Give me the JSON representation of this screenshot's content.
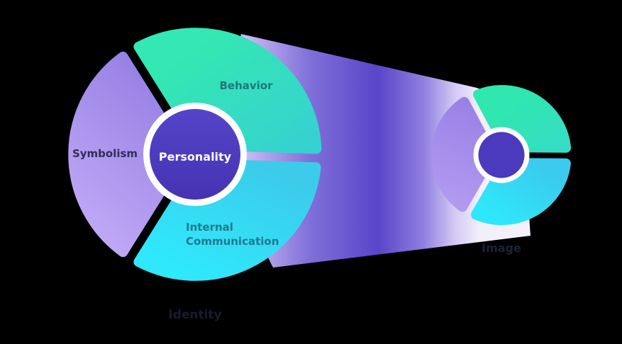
{
  "canvas": {
    "background": "#000000"
  },
  "identity_model": {
    "group_label": "Identity",
    "group_label_color": "#171B2D",
    "center": {
      "label": "Personality",
      "text_color": "#FFFFFF",
      "fill_top": "#5544C8",
      "fill_bottom": "#4533B3",
      "ring_color": "#FFFFFF"
    },
    "segments": {
      "behavior": {
        "label": "Behavior",
        "label_color": "#1D7878",
        "gradient_start": "#33E8B2",
        "gradient_end": "#37D0D2"
      },
      "symbolism": {
        "label": "Symbolism",
        "label_color": "#322C58",
        "gradient_start": "#BEA7F5",
        "gradient_end": "#8A74DF"
      },
      "internal_communication": {
        "label": "Internal Communication",
        "label_line1": "Internal",
        "label_line2": "Communication",
        "label_color": "#21798E",
        "gradient_start": "#3CCBEA",
        "gradient_end": "#2FE8FB"
      }
    }
  },
  "image_model": {
    "group_label": "Image",
    "group_label_color": "#1D2237",
    "center": {
      "fill": "#4B39BE",
      "ring_color": "#FFFFFF"
    },
    "segments": {
      "behavior": {
        "gradient_start": "#2FE7AF",
        "gradient_end": "#36DCC6"
      },
      "symbolism": {
        "gradient_start": "#B29AF1",
        "gradient_end": "#9780E4"
      },
      "internal_communication": {
        "gradient_start": "#3ACBEE",
        "gradient_end": "#2FE7FA"
      }
    }
  },
  "projection_beam": {
    "color_light": "#C9B9F2",
    "color_dark": "#5945C9",
    "color_fade": "#F4F1FC"
  }
}
